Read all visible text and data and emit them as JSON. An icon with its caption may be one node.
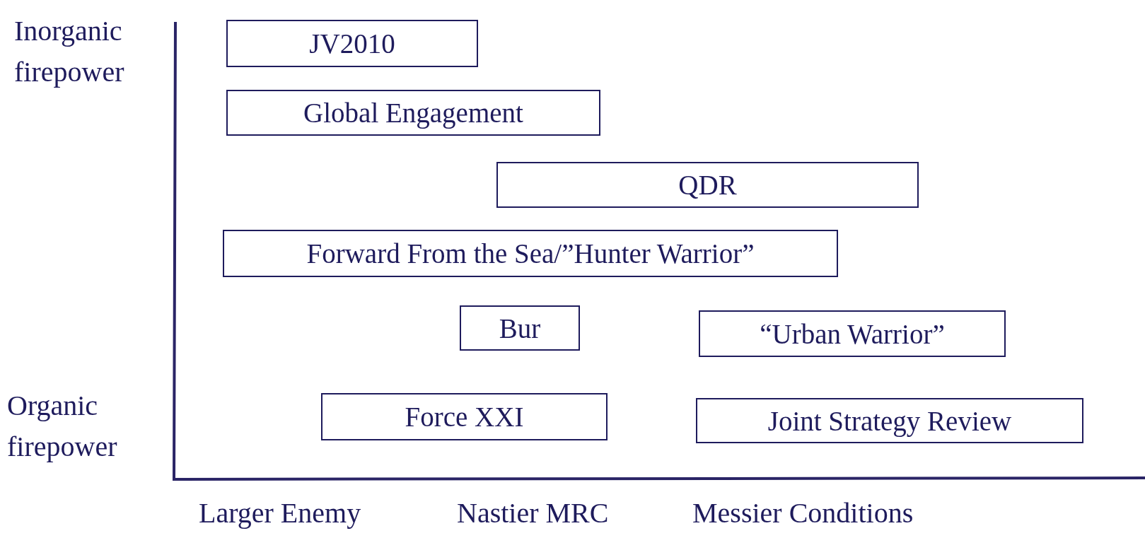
{
  "diagram": {
    "nodes": [
      {
        "text": [
          "JV2010"
        ]
      },
      {
        "text": [
          "Global Engagement"
        ]
      },
      {
        "text": [
          "QDR"
        ]
      },
      {
        "text": [
          "Forward From the Sea/”Hunter Warrior”"
        ]
      },
      {
        "text": [
          "Bur"
        ]
      },
      {
        "text": [
          "“Urban Warrior”"
        ]
      },
      {
        "text": [
          "Force XXI"
        ]
      },
      {
        "text": [
          "Joint Strategy Review"
        ]
      }
    ],
    "edges": [],
    "labels": [
      "Inorganic firepower",
      "Organic firepower",
      "Larger Enemy",
      "Nastier MRC",
      "Messier Conditions"
    ]
  }
}
